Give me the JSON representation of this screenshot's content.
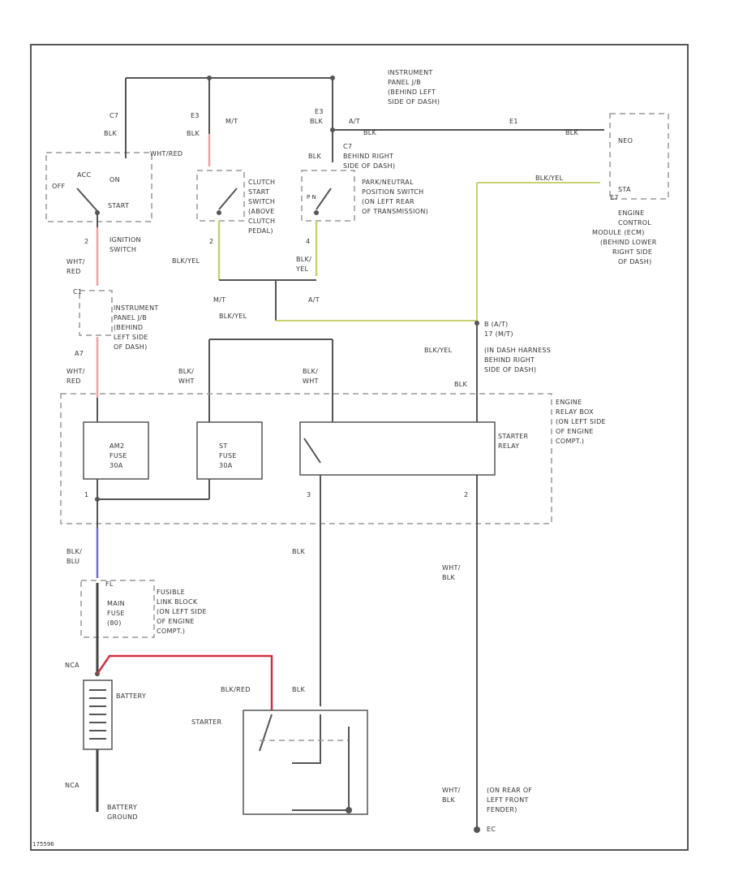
{
  "colors": {
    "pink": "#f2a0a0",
    "red": "#cc3344",
    "yellow_green": "#c8d070",
    "blue": "#6a6ad8",
    "wire": "#555555"
  },
  "labels": {
    "ipjb_top": [
      "INSTRUMENT",
      "PANEL J/B",
      "(BEHIND LEFT",
      "SIDE OF DASH)"
    ],
    "wht_red_top": "WHT/RED",
    "blk": "BLK",
    "mt": "M/T",
    "at": "A/T",
    "e1_top": "E1",
    "e3": "E3",
    "e3b": "E3",
    "e2_c7": "C7",
    "behind_right": [
      "BEHIND RIGHT",
      "SIDE OF DASH)"
    ],
    "off": "OFF",
    "acc": "ACC",
    "on": "ON",
    "start": "START",
    "ign_switch": [
      "IGNITION",
      "SWITCH"
    ],
    "clutch_switch": [
      "CLUTCH",
      "START",
      "SWITCH",
      "(ABOVE",
      "CLUTCH",
      "PEDAL)"
    ],
    "park_neutral": [
      "PARK/NEUTRAL",
      "POSITION SWITCH",
      "(ON LEFT REAR",
      "OF TRANSMISSION)"
    ],
    "pn_letters": "P N",
    "ecm": [
      "ENGINE",
      "CONTROL",
      "MODULE (ECM)",
      "(BEHIND LOWER",
      "RIGHT SIDE",
      "OF DASH)"
    ],
    "ecm_neo": "NEO",
    "ecm_sta": "STA",
    "ecm_e7": "E7",
    "blk_yel_ecm": "BLK/YEL",
    "wht_red_left": [
      "WHT/",
      "RED"
    ],
    "num_2a": "2",
    "num_2b": "2",
    "num_4": "4",
    "blk_yel": "BLK/YEL",
    "blk_yel_stack": [
      "BLK/",
      "YEL"
    ],
    "mt_low": "M/T",
    "at_low": "A/T",
    "ipjb_left": [
      "INSTRUMENT",
      "PANEL J/B",
      "(BEHIND",
      "LEFT SIDE",
      "OF DASH)"
    ],
    "c1": "C1",
    "a7": "A7",
    "junction_at_mt": [
      "B (A/T)",
      "17 (M/T)"
    ],
    "dash_harness": [
      "(IN DASH HARNESS",
      "BEHIND RIGHT",
      "SIDE OF DASH)"
    ],
    "blk_yel_right": "BLK/YEL",
    "wht_red_mid": [
      "WHT/",
      "RED"
    ],
    "blk_wht_a": [
      "BLK/",
      "WHT"
    ],
    "blk_wht_b": [
      "BLK/",
      "WHT"
    ],
    "blk_relay": "BLK",
    "engine_relay_box": [
      "ENGINE",
      "RELAY BOX",
      "(ON LEFT SIDE",
      "OF ENGINE",
      "COMPT.)"
    ],
    "am2_fuse": [
      "AM2",
      "FUSE",
      "30A"
    ],
    "st_fuse": [
      "ST",
      "FUSE",
      "30A"
    ],
    "starter_relay": [
      "STARTER",
      "RELAY"
    ],
    "num_1": "1",
    "num_3": "3",
    "num_2c": "2",
    "blk_blu": [
      "BLK/",
      "BLU"
    ],
    "blk_mid": "BLK",
    "wht_blk": [
      "WHT/",
      "BLK"
    ],
    "fusible_link": [
      "FUSIBLE",
      "LINK BLOCK",
      "(ON LEFT SIDE",
      "OF ENGINE",
      "COMPT.)"
    ],
    "main_fuse": [
      "MAIN",
      "FUSE",
      "(80)"
    ],
    "fl_tag": "FL",
    "nca_top": "NCA",
    "battery": "BATTERY",
    "blk_red": "BLK/RED",
    "blk_starter": "BLK",
    "starter": "STARTER",
    "nca_bot": "NCA",
    "battery_ground": [
      "BATTERY",
      "GROUND"
    ],
    "wht_blk_bot": [
      "WHT/",
      "BLK"
    ],
    "ground_note": [
      "(ON REAR OF",
      "LEFT FRONT",
      "FENDER)",
      "EC"
    ],
    "fig_id": "175596"
  }
}
